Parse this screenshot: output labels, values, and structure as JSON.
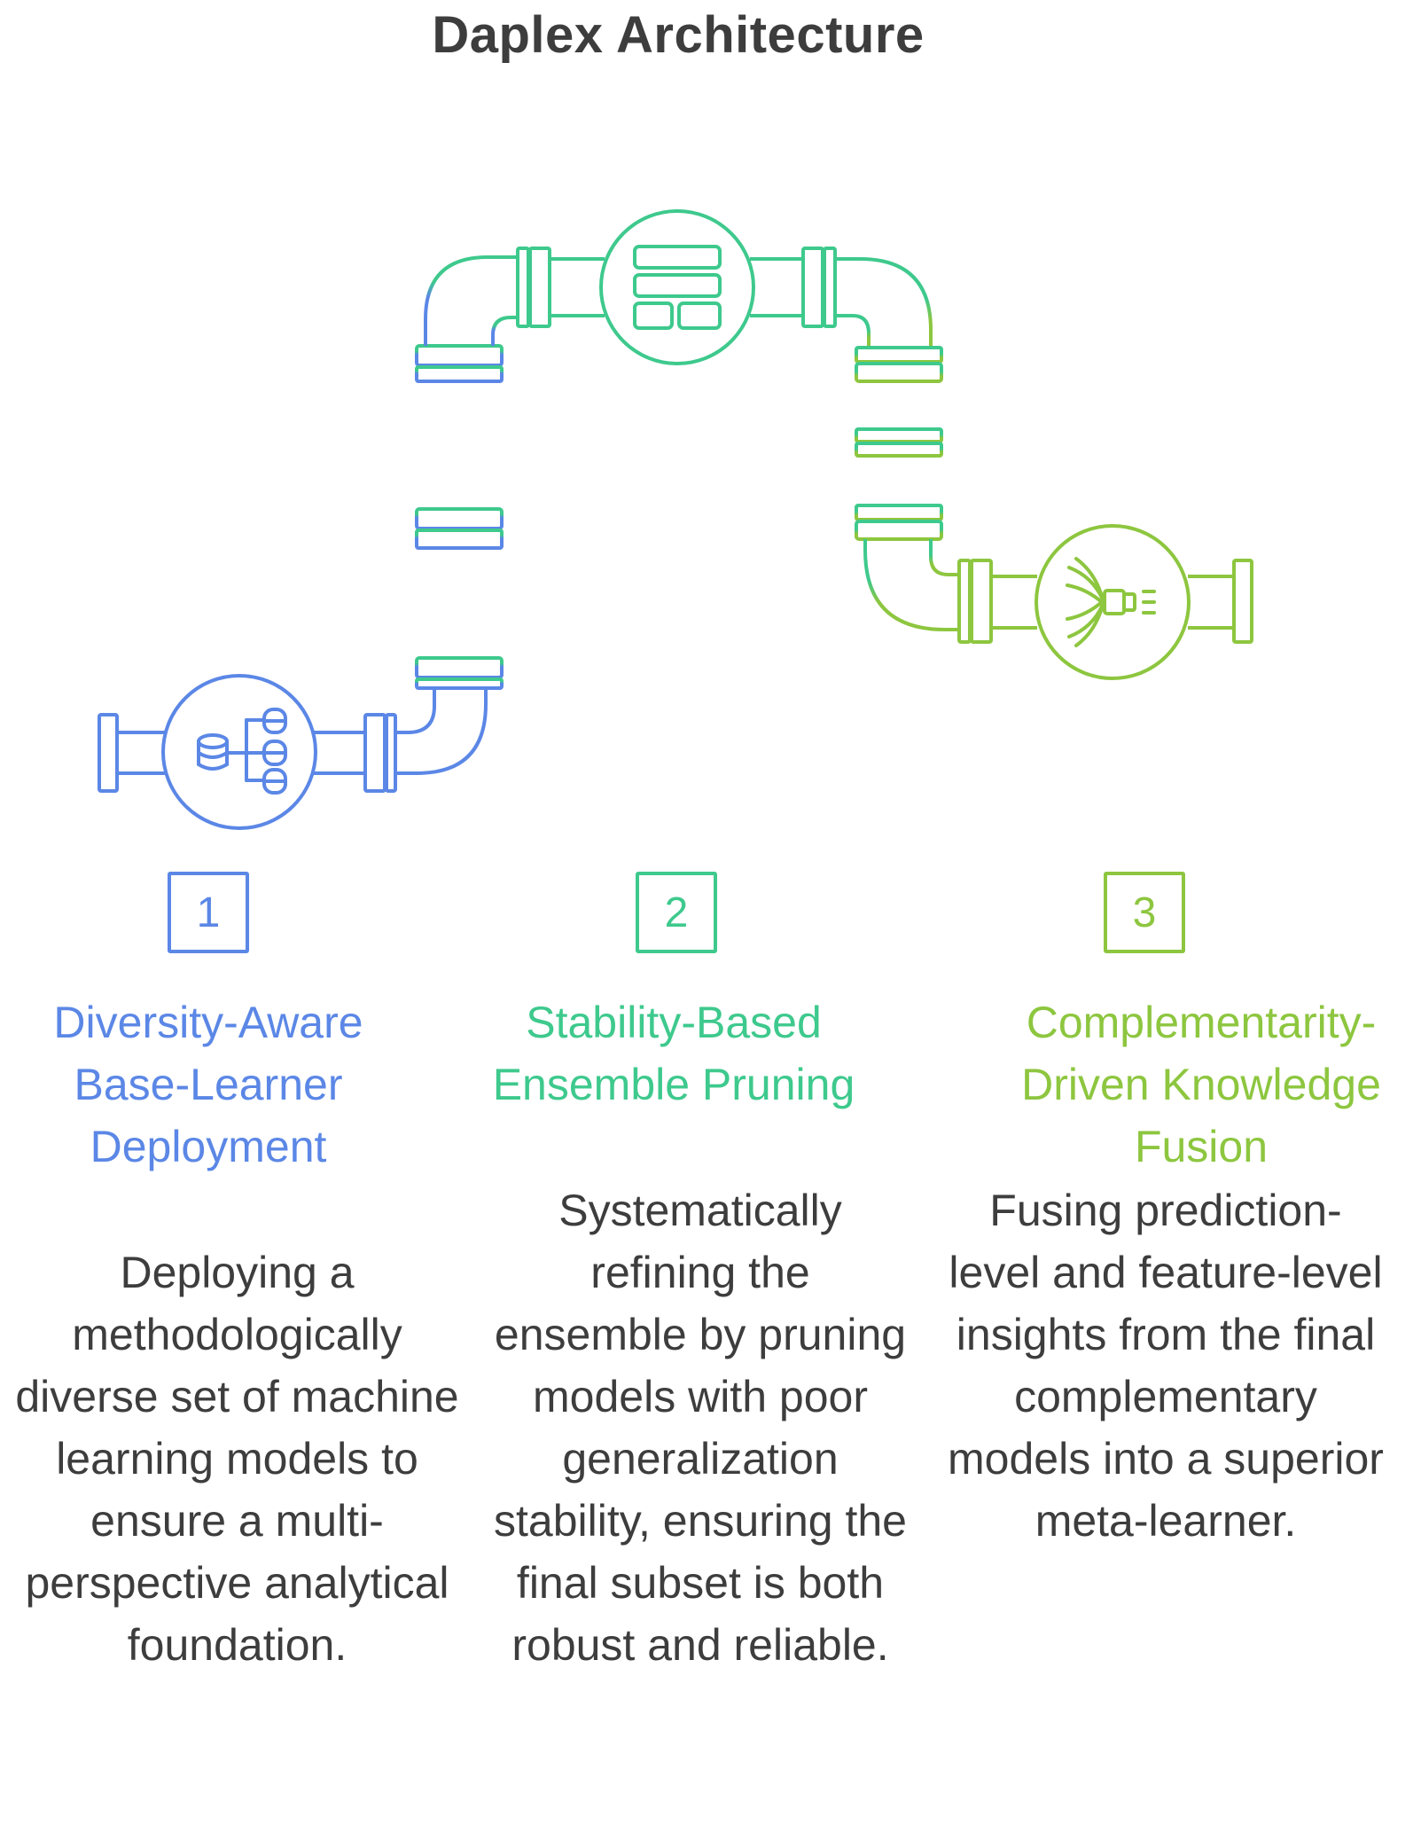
{
  "title": "Daplex Architecture",
  "colors": {
    "blue": "#5b87e6",
    "green": "#3ec98d",
    "lime": "#8dc63f",
    "text": "#3d3d3d"
  },
  "stages": [
    {
      "number": "1",
      "heading": "Diversity-Aware Base-Learner Deployment",
      "description": "Deploying a methodologically diverse set of machine learning models to ensure a multi-perspective analytical foundation.",
      "icon": "database-hierarchy-icon",
      "color": "#5b87e6"
    },
    {
      "number": "2",
      "heading": "Stability-Based Ensemble Pruning",
      "description": "Systematically refining the ensemble by pruning models with poor generalization stability, ensuring the final subset is both robust and reliable.",
      "icon": "layout-blocks-icon",
      "color": "#3ec98d"
    },
    {
      "number": "3",
      "heading": "Complementarity-Driven Knowledge Fusion",
      "description": "Fusing prediction-level and feature-level insights from the final complementary models into a superior meta-learner.",
      "icon": "fusion-nozzle-icon",
      "color": "#8dc63f"
    }
  ]
}
